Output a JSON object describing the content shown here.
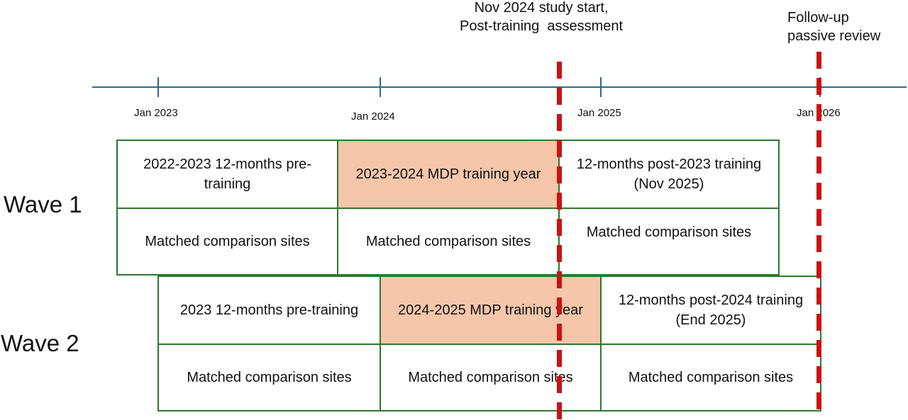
{
  "notes": {
    "study_start": "Nov 2024 study start,\nPost-training  assessment",
    "follow_up": "Follow-up\npassive review"
  },
  "timeline": {
    "ticks": [
      "Jan 2023",
      "Jan 2024",
      "Jan 2025",
      "Jan 2026"
    ]
  },
  "waves": [
    {
      "label": "Wave 1",
      "periods": [
        "2022-2023 12-months pre-training",
        "2023-2024 MDP training year",
        "12-months post-2023 training (Nov 2025)"
      ],
      "comparison": [
        "Matched comparison sites",
        "Matched comparison sites",
        "Matched comparison sites"
      ]
    },
    {
      "label": "Wave 2",
      "periods": [
        "2023 12-months pre-training",
        "2024-2025 MDP training year",
        "12-months post-2024 training (End 2025)"
      ],
      "comparison": [
        "Matched comparison sites",
        "Matched comparison sites",
        "Matched comparison sites"
      ]
    }
  ],
  "colors": {
    "axis": "#2e6b8a",
    "box_border": "#2b7a2b",
    "training_fill": "#f5c6aa",
    "marker": "#cc1111"
  }
}
